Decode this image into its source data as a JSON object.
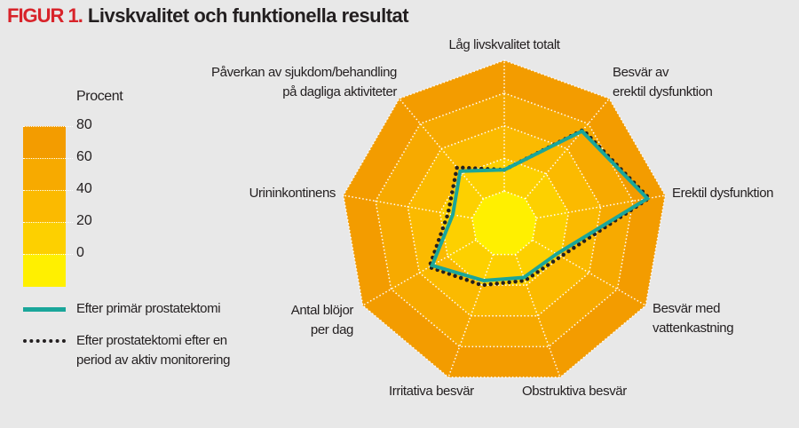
{
  "title": {
    "figure": "FIGUR 1.",
    "text": "Livskvalitet och funktionella resultat"
  },
  "colors": {
    "bands": [
      "#fff000",
      "#fdd000",
      "#fbba00",
      "#f7aa00",
      "#f39c00"
    ],
    "teal": "#1aa69a",
    "dotted": "#231f20",
    "title_red": "#d8232a"
  },
  "legend": {
    "scale_title": "Procent",
    "ticks": [
      "80",
      "60",
      "40",
      "20",
      "0"
    ],
    "series1": "Efter primär prostatektomi",
    "series2_line1": "Efter prostatektomi efter en",
    "series2_line2": "period av aktiv monitorering"
  },
  "axis_labels": {
    "a0": "Låg livskvalitet totalt",
    "a1_l1": "Besvär av",
    "a1_l2": "erektil dysfunktion",
    "a2": "Erektil dysfunktion",
    "a3_l1": "Besvär med",
    "a3_l2": "vattenkastning",
    "a4": "Obstruktiva besvär",
    "a5": "Irritativa besvär",
    "a6_l1": "Antal blöjor",
    "a6_l2": "per dag",
    "a7": "Urininkontinens",
    "a8_l1": "Påverkan av sjukdom/behandling",
    "a8_l2": "på dagliga aktiviteter"
  },
  "chart_data": {
    "type": "radar",
    "title": "Livskvalitet och funktionella resultat",
    "unit": "Procent",
    "range": [
      -20,
      80
    ],
    "ring_ticks": [
      0,
      20,
      40,
      60,
      80
    ],
    "categories": [
      "Låg livskvalitet totalt",
      "Besvär av erektil dysfunktion",
      "Erektil dysfunktion",
      "Besvär med vattenkastning",
      "Obstruktiva besvär",
      "Irritativa besvär",
      "Antal blöjor per dag",
      "Urininkontinens",
      "Påverkan av sjukdom/behandling på dagliga aktiviteter"
    ],
    "series": [
      {
        "name": "Efter primär prostatektomi",
        "style": "solid",
        "values": [
          13,
          54,
          69,
          17,
          15,
          17,
          31,
          12,
          22
        ]
      },
      {
        "name": "Efter prostatektomi efter en period av aktiv monitorering",
        "style": "dotted",
        "values": [
          13,
          55,
          70,
          20,
          17,
          20,
          33,
          15,
          25
        ]
      }
    ],
    "legend": "left"
  }
}
